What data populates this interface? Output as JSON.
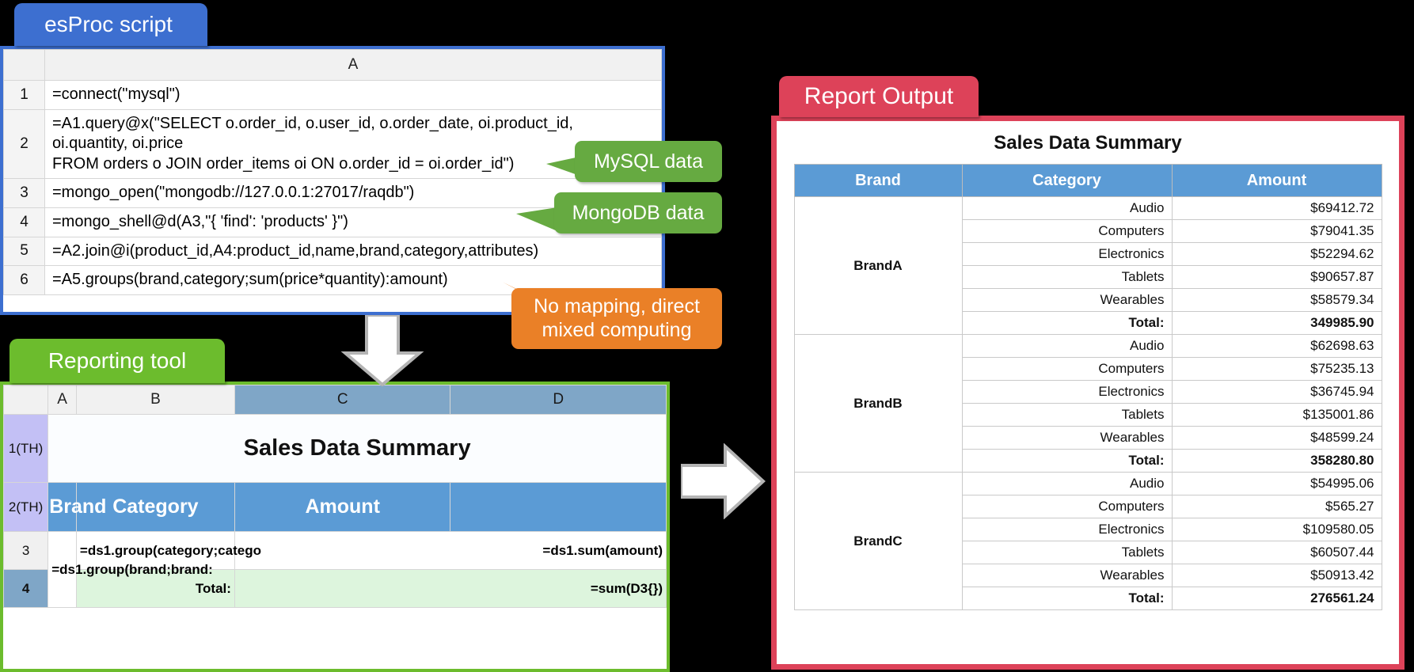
{
  "panels": {
    "esproc": {
      "tab_label": "esProc script",
      "color": "#3d6fd0"
    },
    "reporting": {
      "tab_label": "Reporting tool",
      "color": "#6cbc2d"
    },
    "output": {
      "tab_label": "Report Output",
      "color": "#dd4259"
    }
  },
  "esproc_sheet": {
    "column_header": "A",
    "rows": [
      {
        "no": "1",
        "code": "=connect(\"mysql\")"
      },
      {
        "no": "2",
        "code": "=A1.query@x(\"SELECT o.order_id, o.user_id, o.order_date, oi.product_id,\noi.quantity, oi.price\nFROM orders o JOIN order_items oi ON o.order_id = oi.order_id\")"
      },
      {
        "no": "3",
        "code": "=mongo_open(\"mongodb://127.0.0.1:27017/raqdb\")"
      },
      {
        "no": "4",
        "code": "=mongo_shell@d(A3,\"{  'find': 'products' }\")"
      },
      {
        "no": "5",
        "code": "=A2.join@i(product_id,A4:product_id,name,brand,category,attributes)"
      },
      {
        "no": "6",
        "code": "=A5.groups(brand,category;sum(price*quantity):amount)"
      }
    ]
  },
  "callouts": {
    "mysql": "MySQL data",
    "mongodb": "MongoDB data",
    "nomapping": "No mapping, direct mixed computing"
  },
  "reporting_sheet": {
    "columns": [
      "A",
      "B",
      "C",
      "D"
    ],
    "selected_columns": [
      "C",
      "D"
    ],
    "row_headers": [
      "1(TH)",
      "2(TH)",
      "3",
      "4"
    ],
    "title_cell": "Sales Data Summary",
    "header_cells": [
      "Brand",
      "Category",
      "Amount"
    ],
    "detail_row": {
      "brand": "=ds1.group(brand;brand:",
      "category": "=ds1.group(category;catego",
      "amount": "=ds1.sum(amount)"
    },
    "total_row": {
      "label": "Total:",
      "amount": "=sum(D3{})"
    }
  },
  "report_output": {
    "title": "Sales Data Summary",
    "columns": [
      "Brand",
      "Category",
      "Amount"
    ],
    "total_label": "Total:",
    "groups": [
      {
        "brand": "BrandA",
        "rows": [
          {
            "category": "Audio",
            "amount": "$69412.72"
          },
          {
            "category": "Computers",
            "amount": "$79041.35"
          },
          {
            "category": "Electronics",
            "amount": "$52294.62"
          },
          {
            "category": "Tablets",
            "amount": "$90657.87"
          },
          {
            "category": "Wearables",
            "amount": "$58579.34"
          }
        ],
        "total": "349985.90"
      },
      {
        "brand": "BrandB",
        "rows": [
          {
            "category": "Audio",
            "amount": "$62698.63"
          },
          {
            "category": "Computers",
            "amount": "$75235.13"
          },
          {
            "category": "Electronics",
            "amount": "$36745.94"
          },
          {
            "category": "Tablets",
            "amount": "$135001.86"
          },
          {
            "category": "Wearables",
            "amount": "$48599.24"
          }
        ],
        "total": "358280.80"
      },
      {
        "brand": "BrandC",
        "rows": [
          {
            "category": "Audio",
            "amount": "$54995.06"
          },
          {
            "category": "Computers",
            "amount": "$565.27"
          },
          {
            "category": "Electronics",
            "amount": "$109580.05"
          },
          {
            "category": "Tablets",
            "amount": "$60507.44"
          },
          {
            "category": "Wearables",
            "amount": "$50913.42"
          }
        ],
        "total": "276561.24"
      }
    ]
  }
}
